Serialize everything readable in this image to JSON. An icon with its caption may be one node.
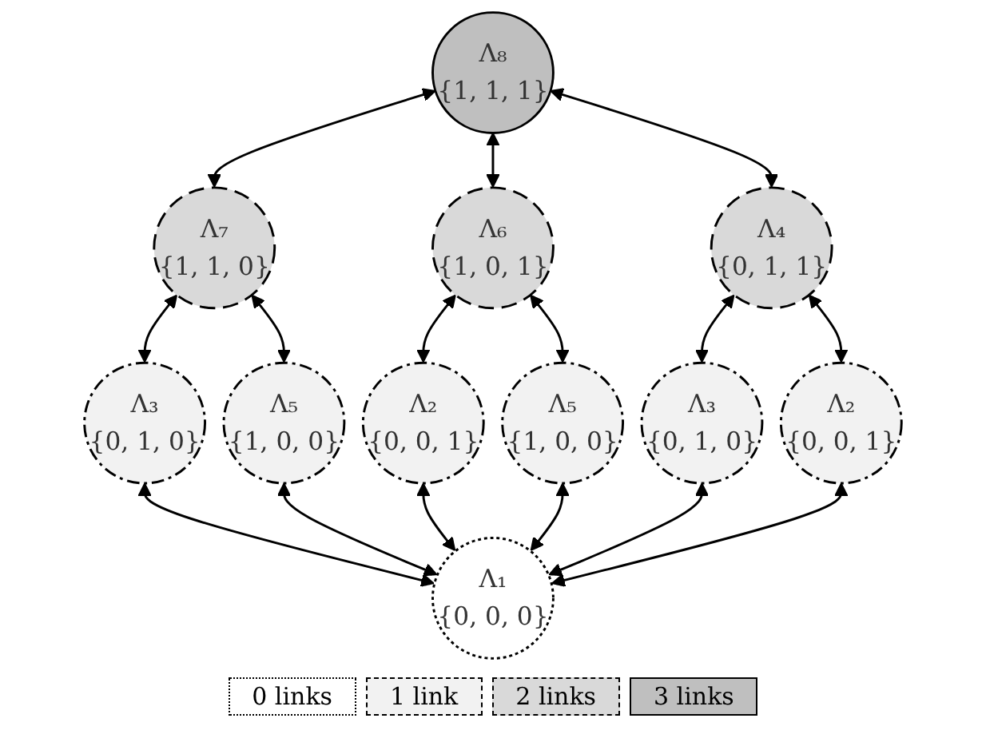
{
  "diagram": {
    "nodes": [
      {
        "text": [
          "Λ₈",
          "{1, 1, 1}"
        ]
      },
      {
        "text": [
          "Λ₇",
          "{1, 1, 0}"
        ]
      },
      {
        "text": [
          "Λ₆",
          "{1, 0, 1}"
        ]
      },
      {
        "text": [
          "Λ₄",
          "{0, 1, 1}"
        ]
      },
      {
        "text": [
          "Λ₃",
          "{0, 1, 0}"
        ]
      },
      {
        "text": [
          "Λ₅",
          "{1, 0, 0}"
        ]
      },
      {
        "text": [
          "Λ₂",
          "{0, 0, 1}"
        ]
      },
      {
        "text": [
          "Λ₅",
          "{1, 0, 0}"
        ]
      },
      {
        "text": [
          "Λ₃",
          "{0, 1, 0}"
        ]
      },
      {
        "text": [
          "Λ₂",
          "{0, 0, 1}"
        ]
      },
      {
        "text": [
          "Λ₁",
          "{0, 0, 0}"
        ]
      }
    ],
    "edges": [
      {
        "from": 1,
        "to": 0,
        "arrow": "both"
      },
      {
        "from": 2,
        "to": 0,
        "arrow": "both"
      },
      {
        "from": 3,
        "to": 0,
        "arrow": "both"
      },
      {
        "from": 4,
        "to": 1,
        "arrow": "both"
      },
      {
        "from": 5,
        "to": 1,
        "arrow": "both"
      },
      {
        "from": 6,
        "to": 2,
        "arrow": "both"
      },
      {
        "from": 7,
        "to": 2,
        "arrow": "both"
      },
      {
        "from": 8,
        "to": 3,
        "arrow": "both"
      },
      {
        "from": 9,
        "to": 3,
        "arrow": "both"
      },
      {
        "from": 10,
        "to": 4,
        "arrow": "both"
      },
      {
        "from": 10,
        "to": 5,
        "arrow": "both"
      },
      {
        "from": 10,
        "to": 6,
        "arrow": "both"
      },
      {
        "from": 10,
        "to": 7,
        "arrow": "both"
      },
      {
        "from": 10,
        "to": 8,
        "arrow": "both"
      },
      {
        "from": 10,
        "to": 9,
        "arrow": "both"
      }
    ],
    "legend": [
      {
        "text": "0 links",
        "color": "#ffffff"
      },
      {
        "text": "1 link",
        "color": "#f2f2f2"
      },
      {
        "text": "2 links",
        "color": "#d9d9d9"
      },
      {
        "text": "3 links",
        "color": "#bfbfbf"
      }
    ]
  }
}
